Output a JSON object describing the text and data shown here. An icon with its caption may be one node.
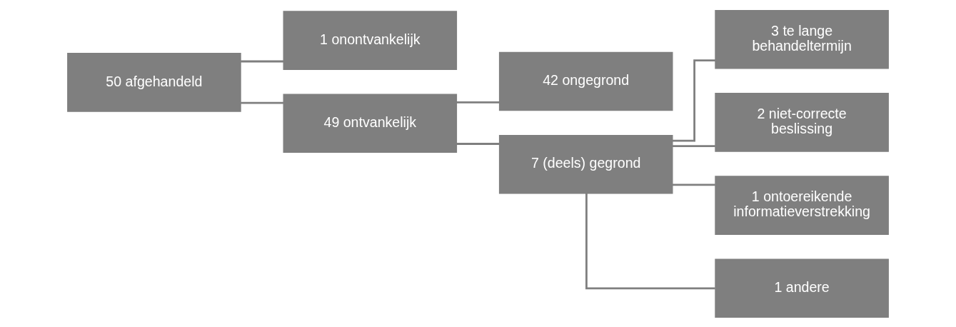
{
  "diagram": {
    "nodes": [
      {
        "text": [
          "50 afgehandeld"
        ]
      },
      {
        "text": [
          "1 onontvankelijk"
        ]
      },
      {
        "text": [
          "49 ontvankelijk"
        ]
      },
      {
        "text": [
          "42 ongegrond"
        ]
      },
      {
        "text": [
          "7 (deels) gegrond"
        ]
      },
      {
        "text": [
          "3 te lange behandeltermijn"
        ]
      },
      {
        "text": [
          "2 niet-correcte beslissing"
        ]
      },
      {
        "text": [
          "1 ontoereikende informatieverstrekking"
        ]
      },
      {
        "text": [
          "1 andere"
        ]
      }
    ],
    "edges": [
      {
        "from": 0,
        "to": 1,
        "arrow": "none"
      },
      {
        "from": 0,
        "to": 2,
        "arrow": "none"
      },
      {
        "from": 2,
        "to": 3,
        "arrow": "none"
      },
      {
        "from": 2,
        "to": 4,
        "arrow": "none"
      },
      {
        "from": 4,
        "to": 5,
        "arrow": "none"
      },
      {
        "from": 4,
        "to": 6,
        "arrow": "none"
      },
      {
        "from": 4,
        "to": 7,
        "arrow": "none"
      },
      {
        "from": 4,
        "to": 8,
        "arrow": "none"
      }
    ]
  }
}
